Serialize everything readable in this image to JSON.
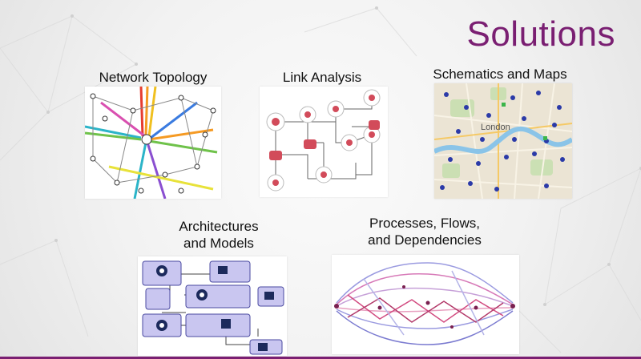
{
  "slide": {
    "title": "Solutions",
    "accent_color": "#7a1f72"
  },
  "panels": [
    {
      "id": "network-topology",
      "label": "Network Topology"
    },
    {
      "id": "link-analysis",
      "label": "Link Analysis"
    },
    {
      "id": "schematics-maps",
      "label": "Schematics and Maps",
      "map_text": "London"
    },
    {
      "id": "architectures-models",
      "label_line1": "Architectures",
      "label_line2": "and Models"
    },
    {
      "id": "processes-flows",
      "label_line1": "Processes, Flows,",
      "label_line2": "and Dependencies"
    }
  ]
}
